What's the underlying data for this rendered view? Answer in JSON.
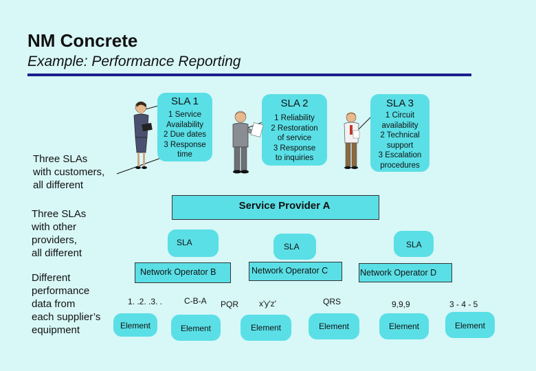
{
  "header": {
    "title": "NM Concrete",
    "subtitle": "Example: Performance Reporting"
  },
  "side_notes": {
    "customers": [
      "Three SLAs",
      "with customers,",
      "all different"
    ],
    "providers": [
      "Three SLAs",
      "with other",
      "providers,",
      "all different"
    ],
    "suppliers": [
      "Different",
      "performance",
      "data from",
      "each supplier’s",
      "equipment"
    ]
  },
  "slas": [
    {
      "name": "SLA 1",
      "items": [
        "1 Service",
        "Availability",
        "2 Due dates",
        "3 Response",
        "time"
      ]
    },
    {
      "name": "SLA 2",
      "items": [
        "1 Reliability",
        "2 Restoration",
        "of service",
        "3 Response",
        "to inquiries"
      ]
    },
    {
      "name": "SLA 3",
      "items": [
        "1 Circuit",
        "availability",
        "2 Technical",
        "support",
        "3 Escalation",
        "procedures"
      ]
    }
  ],
  "provider": {
    "label": "Service Provider A"
  },
  "sub_slas": [
    "SLA",
    "SLA",
    "SLA"
  ],
  "operators": [
    "Network Operator B",
    "Network Operator C",
    "Network Operator D"
  ],
  "data_formats": [
    "1. .2. .3. .",
    "C-B-A",
    "PQR",
    "x'y'z'",
    "QRS",
    "9,9,9",
    "3 - 4 - 5"
  ],
  "elements": [
    "Element",
    "Element",
    "Element",
    "Element",
    "Element",
    "Element"
  ],
  "colors": {
    "background": "#d8f7f7",
    "accent": "#5adfe6",
    "rule": "#1c1e8c"
  }
}
